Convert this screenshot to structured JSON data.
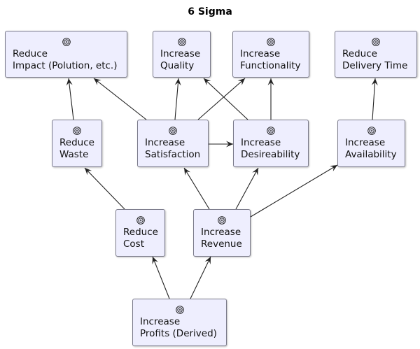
{
  "title": "6 Sigma",
  "nodes": [
    {
      "id": "impact",
      "line1": "Reduce",
      "line2": "Impact (Polution, etc.)",
      "icon": "goal-target-icon"
    },
    {
      "id": "quality",
      "line1": "Increase",
      "line2": "Quality",
      "icon": "goal-target-icon"
    },
    {
      "id": "functionality",
      "line1": "Increase",
      "line2": "Functionality",
      "icon": "goal-target-icon"
    },
    {
      "id": "delivery",
      "line1": "Reduce",
      "line2": "Delivery Time",
      "icon": "goal-target-icon"
    },
    {
      "id": "waste",
      "line1": "Reduce",
      "line2": "Waste",
      "icon": "goal-target-icon"
    },
    {
      "id": "satisfaction",
      "line1": "Increase",
      "line2": "Satisfaction",
      "icon": "goal-target-icon"
    },
    {
      "id": "desireability",
      "line1": "Increase",
      "line2": "Desireability",
      "icon": "goal-target-icon"
    },
    {
      "id": "availability",
      "line1": "Increase",
      "line2": "Availability",
      "icon": "goal-target-icon"
    },
    {
      "id": "cost",
      "line1": "Reduce",
      "line2": "Cost",
      "icon": "goal-target-icon"
    },
    {
      "id": "revenue",
      "line1": "Increase",
      "line2": "Revenue",
      "icon": "goal-target-icon"
    },
    {
      "id": "profits",
      "line1": "Increase",
      "line2": "Profits (Derived)",
      "icon": "goal-target-icon"
    }
  ],
  "edges": [
    {
      "from": "waste",
      "to": "impact"
    },
    {
      "from": "satisfaction",
      "to": "impact"
    },
    {
      "from": "satisfaction",
      "to": "quality"
    },
    {
      "from": "satisfaction",
      "to": "functionality"
    },
    {
      "from": "desireability",
      "to": "quality"
    },
    {
      "from": "desireability",
      "to": "functionality"
    },
    {
      "from": "availability",
      "to": "delivery"
    },
    {
      "from": "satisfaction",
      "to": "desireability"
    },
    {
      "from": "cost",
      "to": "waste"
    },
    {
      "from": "revenue",
      "to": "satisfaction"
    },
    {
      "from": "revenue",
      "to": "desireability"
    },
    {
      "from": "revenue",
      "to": "availability"
    },
    {
      "from": "profits",
      "to": "cost"
    },
    {
      "from": "profits",
      "to": "revenue"
    }
  ],
  "colors": {
    "node_fill": "#eeeefe",
    "node_border": "#7a7a8a",
    "edge": "#222222"
  }
}
